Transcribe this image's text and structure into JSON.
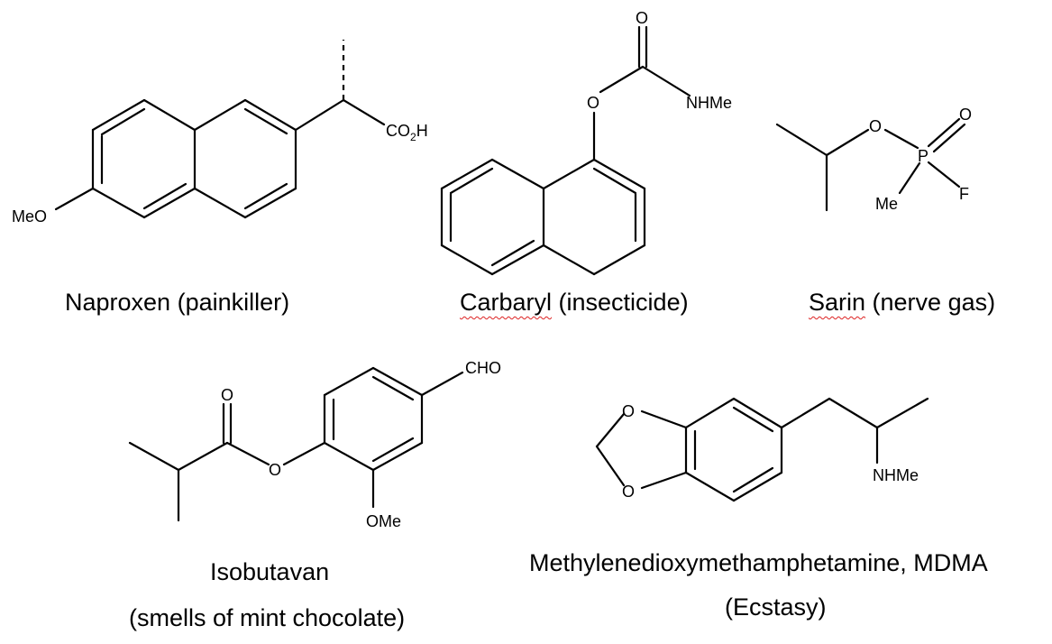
{
  "molecules": [
    {
      "key": "naproxen",
      "caption": "Naproxen (painkiller)",
      "atoms": {
        "meo": "MeO",
        "co2h_main": "CO",
        "co2h_sub": "2",
        "co2h_end": "H"
      }
    },
    {
      "key": "carbaryl",
      "caption_name": "Carbaryl",
      "caption_rest": " (insecticide)",
      "atoms": {
        "o_carbonyl": "O",
        "o_ester": "O",
        "nhme": "NHMe"
      }
    },
    {
      "key": "sarin",
      "caption_name": "Sarin",
      "caption_rest": " (nerve gas)",
      "atoms": {
        "o_ester": "O",
        "o_double": "O",
        "p": "P",
        "me": "Me",
        "f": "F"
      }
    },
    {
      "key": "isobutavan",
      "caption_line1": "Isobutavan",
      "caption_line2": "(smells of mint chocolate)",
      "atoms": {
        "o_carbonyl": "O",
        "o_ester": "O",
        "cho": "CHO",
        "ome": "OMe"
      }
    },
    {
      "key": "mdma",
      "caption_line1": "Methylenedioxymethamphetamine, MDMA",
      "caption_line2": "(Ecstasy)",
      "atoms": {
        "o_top": "O",
        "o_bottom": "O",
        "nhme": "NHMe"
      }
    }
  ]
}
